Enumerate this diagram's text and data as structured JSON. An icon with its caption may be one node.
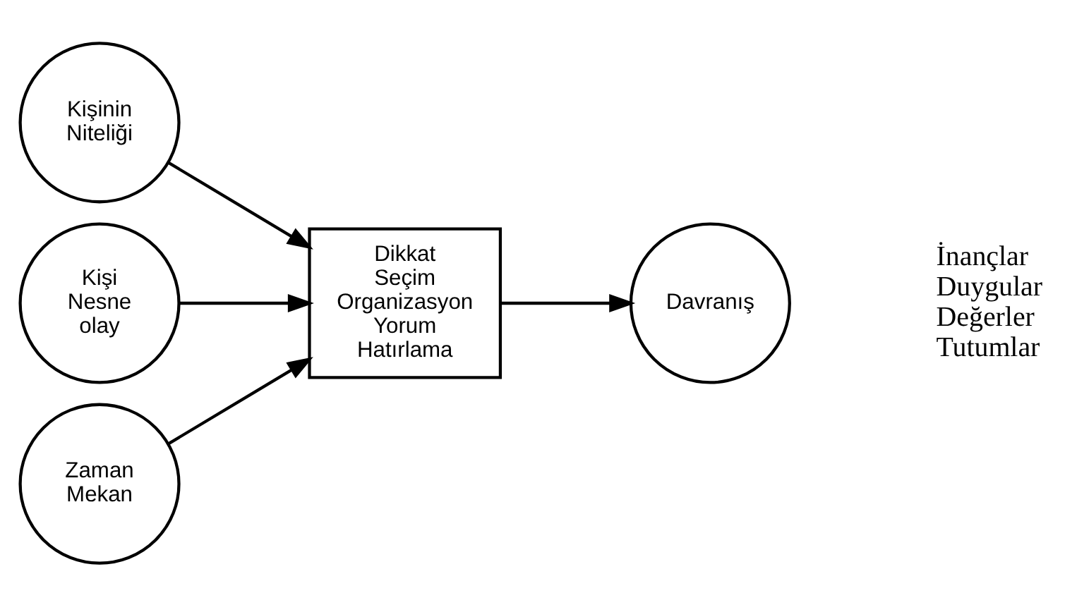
{
  "diagram": {
    "nodes": [
      {
        "text": [
          "Kişinin Niteliği"
        ]
      },
      {
        "text": [
          "Kişi Nesne olay"
        ]
      },
      {
        "text": [
          "Zaman Mekan"
        ]
      },
      {
        "text": [
          "Dikkat Seçim Organizasyon Yorum Hatırlama"
        ]
      },
      {
        "text": [
          "Davranış"
        ]
      }
    ],
    "edges": [
      {
        "from": 0,
        "to": 3,
        "arrow": "to"
      },
      {
        "from": 1,
        "to": 3,
        "arrow": "to"
      },
      {
        "from": 2,
        "to": 3,
        "arrow": "to"
      },
      {
        "from": 3,
        "to": 4,
        "arrow": "to"
      }
    ],
    "labels": [
      "İnançlar",
      "Duygular",
      "Değerler",
      "Tutumlar"
    ]
  }
}
